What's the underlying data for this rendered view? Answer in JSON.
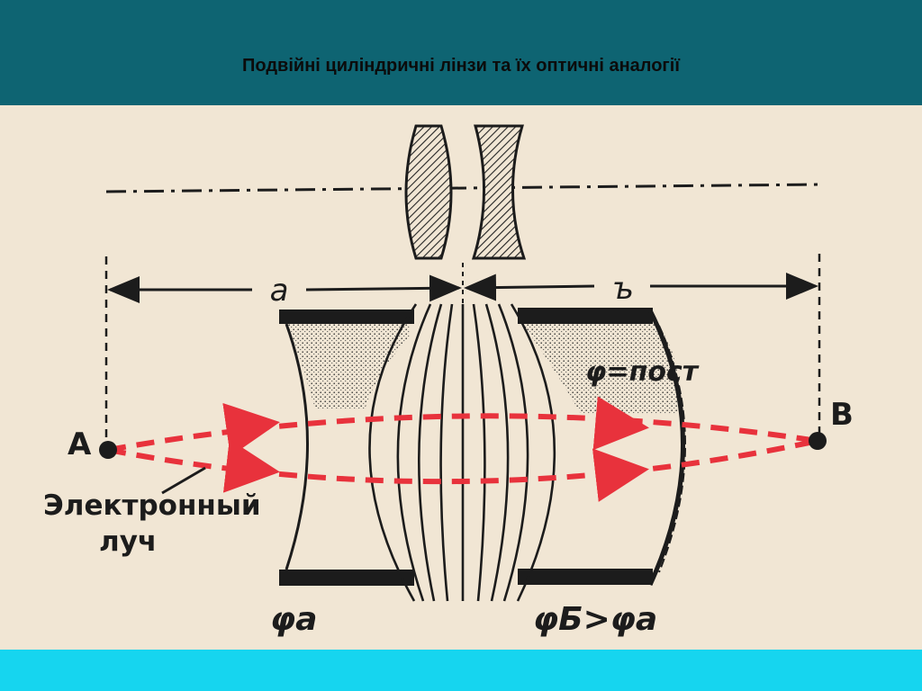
{
  "header": {
    "title": "Подвійні циліндричні лінзи та їх оптичні аналогії"
  },
  "colors": {
    "header_bg": "#0e6472",
    "footer_bg": "#16d5ef",
    "paper": "#f1e6d4",
    "ink": "#1c1c1c",
    "beam": "#e8323c"
  },
  "diagram": {
    "label_a": "a",
    "label_b": "ъ",
    "point_A": "A",
    "point_B": "B",
    "phi_const": "φ=пост",
    "beam_label_line1": "Электронный",
    "beam_label_line2": "луч",
    "phi_a": "φa",
    "phi_relation": "φБ>φa"
  }
}
